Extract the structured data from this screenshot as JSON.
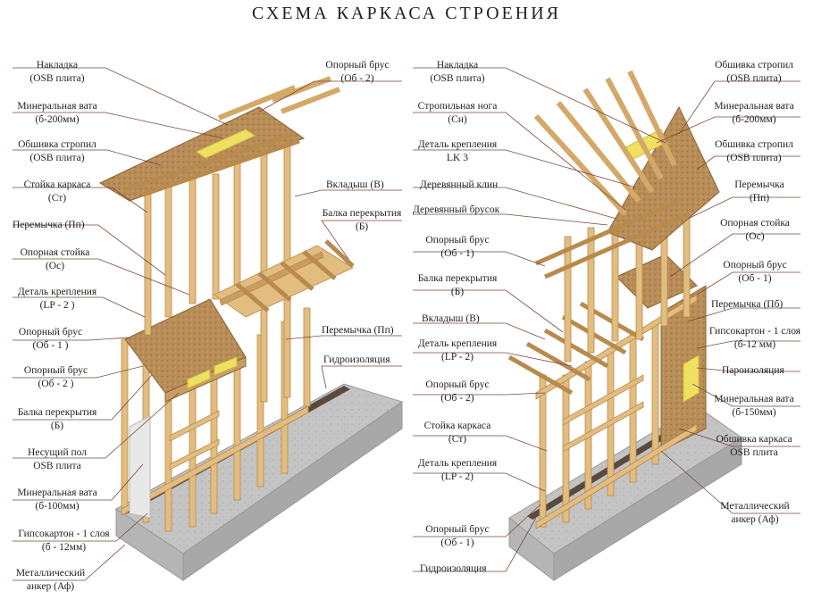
{
  "title": "СХЕМА  КАРКАСА  СТРОЕНИЯ",
  "colors": {
    "timber": "#e2bd80",
    "timber_dark": "#b98a4c",
    "osb": "#b88d58",
    "concrete": "#c4c4c4",
    "insulation": "#f0e062",
    "drywall": "#e8e8e8",
    "leader": "#7a4a3a"
  },
  "left_labels": [
    {
      "line1": "Накладка",
      "line2": "(OSB плита)"
    },
    {
      "line1": "Минеральная вата",
      "line2": "(б-200мм)"
    },
    {
      "line1": "Обшивка стропил",
      "line2": "(OSB плита)"
    },
    {
      "line1": "Стойка каркаса",
      "line2": "(Ст)"
    },
    {
      "line1": "Перемычка (Пп)",
      "line2": ""
    },
    {
      "line1": "Опорная стойка",
      "line2": "(Ос)"
    },
    {
      "line1": "Деталь крепления",
      "line2": "(LP - 2 )"
    },
    {
      "line1": "Опорный брус",
      "line2": "(Об - 1 )"
    },
    {
      "line1": "Опорный брус",
      "line2": "(Об - 2 )"
    },
    {
      "line1": "Балка перекрытия",
      "line2": "(Б)"
    },
    {
      "line1": "Несущий пол",
      "line2": "OSB плита"
    },
    {
      "line1": "Минеральная вата",
      "line2": "(б-100мм)"
    },
    {
      "line1": "Гипсокартон - 1 слоя",
      "line2": "(б - 12мм)"
    },
    {
      "line1": "Металлический",
      "line2": "анкер (Аф)"
    }
  ],
  "mid_left_labels": [
    {
      "line1": "Опорный брус",
      "line2": "(Об - 2)"
    },
    {
      "line1": "Вкладыш (В)",
      "line2": ""
    },
    {
      "line1": "Балка  перекрытия",
      "line2": "(Б)"
    },
    {
      "line1": "Перемычка  (Пп)",
      "line2": ""
    },
    {
      "line1": "Гидроизоляция",
      "line2": ""
    }
  ],
  "mid_right_labels": [
    {
      "line1": "Накладка",
      "line2": "(OSB плита)"
    },
    {
      "line1": "Стропильная нога",
      "line2": "(Сн)"
    },
    {
      "line1": "Деталь крепления",
      "line2": "LK 3"
    },
    {
      "line1": "Деревянный  клин",
      "line2": ""
    },
    {
      "line1": "Деревянный брусок",
      "line2": ""
    },
    {
      "line1": "Опорный  брус",
      "line2": "(Об - 1)"
    },
    {
      "line1": "Балка перекрытия",
      "line2": "(Б)"
    },
    {
      "line1": "Вкладыш (В)",
      "line2": ""
    },
    {
      "line1": "Деталь крепления",
      "line2": "(LP - 2)"
    },
    {
      "line1": "Опорный брус",
      "line2": "(Об - 2)"
    },
    {
      "line1": "Стойка каркаса",
      "line2": "(Ст)"
    },
    {
      "line1": "Деталь крепления",
      "line2": "(LP - 2)"
    },
    {
      "line1": "Опорный брус",
      "line2": "(Об - 1)"
    },
    {
      "line1": "Гидроизоляция",
      "line2": ""
    }
  ],
  "right_labels": [
    {
      "line1": "Обшивка стропил",
      "line2": "(OSB плита)"
    },
    {
      "line1": "Минеральная вата",
      "line2": "(б-200мм)"
    },
    {
      "line1": "Обшивка стропил",
      "line2": "(OSB плита)"
    },
    {
      "line1": "Перемычка",
      "line2": "(Пп)"
    },
    {
      "line1": "Опорная стойка",
      "line2": "(Ос)"
    },
    {
      "line1": "Опорный  брус",
      "line2": "(Об - 1)"
    },
    {
      "line1": "Перемычка (Пб)",
      "line2": ""
    },
    {
      "line1": "Гипсокартон - 1 слоя",
      "line2": "(б-12 мм)"
    },
    {
      "line1": "Пароизоляция",
      "line2": ""
    },
    {
      "line1": "Минеральная вата",
      "line2": "(б-150мм)"
    },
    {
      "line1": "Обшивка  каркаса",
      "line2": "OSB плита"
    },
    {
      "line1": "Металлический",
      "line2": "анкер (Аф)"
    }
  ]
}
